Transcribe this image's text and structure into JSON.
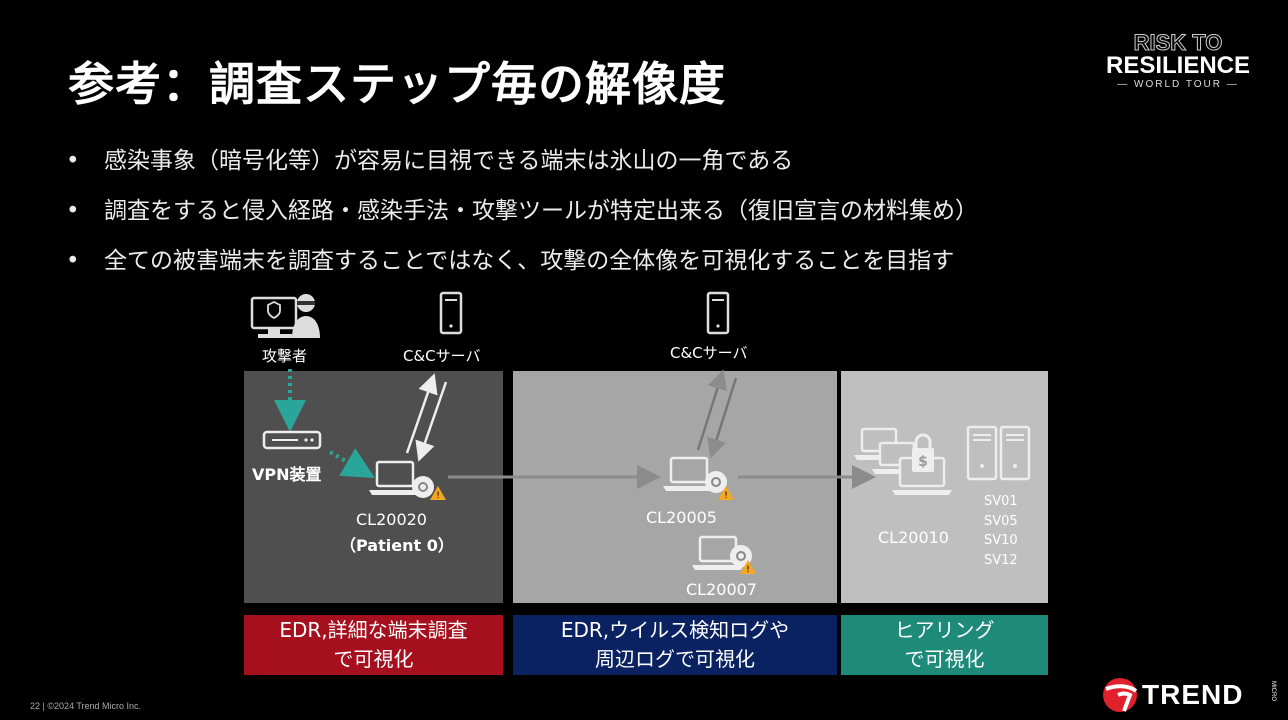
{
  "slide": {
    "title": "参考：調査ステップ毎の解像度",
    "bullets": [
      "感染事象（暗号化等）が容易に目視できる端末は氷山の一角である",
      "調査をすると侵入経路・感染手法・攻撃ツールが特定出来る（復旧宣言の材料集め）",
      "全ての被害端末を調査することではなく、攻撃の全体像を可視化することを目指す"
    ]
  },
  "event_logo": {
    "line1": "RISK TO",
    "line2": "RESILIENCE",
    "line3": "WORLD TOUR"
  },
  "diagram": {
    "attacker_label": "攻撃者",
    "cc_server_label_1": "C&Cサーバ",
    "cc_server_label_2": "C&Cサーバ",
    "vpn_label": "VPN装置",
    "host_1": "CL20020",
    "host_1_note": "（Patient 0）",
    "host_2": "CL20005",
    "host_3": "CL20007",
    "host_4": "CL20010",
    "servers": [
      "SV01",
      "SV05",
      "SV10",
      "SV12"
    ],
    "labels": {
      "red": [
        "EDR,詳細な端末調査",
        "で可視化"
      ],
      "blue": [
        "EDR,ウイルス検知ログや",
        "周辺ログで可視化"
      ],
      "teal": [
        "ヒアリング",
        "で可視化"
      ]
    },
    "colors": {
      "panel_dark": "#4f4f4f",
      "panel_mid": "#a6a6a6",
      "panel_light": "#bfbfbf",
      "label_red": "#a50f1e",
      "label_blue": "#0a2262",
      "label_teal": "#1e8a7a",
      "teal_arrow": "#2aa59a"
    }
  },
  "footer": {
    "text": "22 | ©2024 Trend Micro Inc."
  },
  "brand": {
    "name": "TREND",
    "micro": "MICRO"
  }
}
